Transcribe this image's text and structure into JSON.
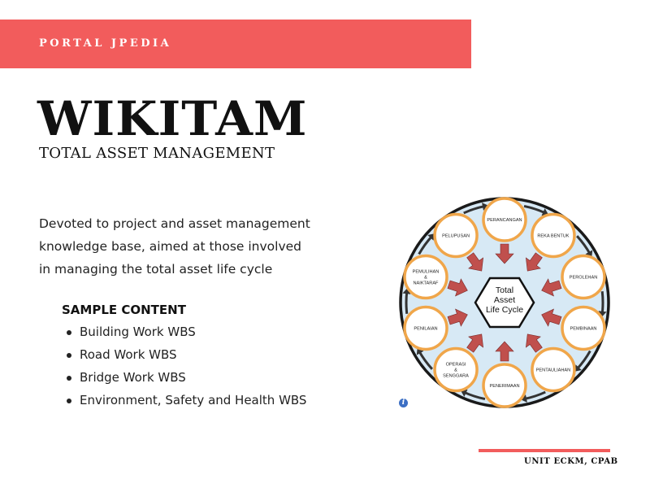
{
  "banner": {
    "label": "PORTAL JPEDIA"
  },
  "title": "WIKITAM",
  "subtitle": "TOTAL ASSET MANAGEMENT",
  "description": [
    "Devoted to project and asset management",
    "knowledge base, aimed at those involved",
    "in managing the total asset life cycle"
  ],
  "sample": {
    "heading": "SAMPLE CONTENT",
    "items": [
      "Building Work WBS",
      "Road Work WBS",
      "Bridge Work WBS",
      "Environment, Safety and Health WBS"
    ]
  },
  "diagram": {
    "center": [
      "Total",
      "Asset",
      "Life Cycle"
    ],
    "stages": [
      {
        "lines": [
          "PERANCANGAN"
        ]
      },
      {
        "lines": [
          "REKA BENTUK"
        ]
      },
      {
        "lines": [
          "PEROLEHAN"
        ]
      },
      {
        "lines": [
          "PEMBINAAN"
        ]
      },
      {
        "lines": [
          "PENTAULIAHAN"
        ]
      },
      {
        "lines": [
          "PENERIMAAN"
        ]
      },
      {
        "lines": [
          "OPERASI",
          "&",
          "SENGGARA"
        ]
      },
      {
        "lines": [
          "PENILAIAN"
        ]
      },
      {
        "lines": [
          "PEMULIHAN",
          "&",
          "NAIKTARAF"
        ]
      },
      {
        "lines": [
          "PELUPUSAN"
        ]
      }
    ]
  },
  "footer": {
    "label": "UNIT ECKM, CPAB"
  },
  "colors": {
    "accent": "#f25c5c",
    "ring": "#f0a64a",
    "arrow": "#c0504d",
    "disc": "#d7e9f5"
  },
  "icons": {
    "info": "info-icon"
  }
}
